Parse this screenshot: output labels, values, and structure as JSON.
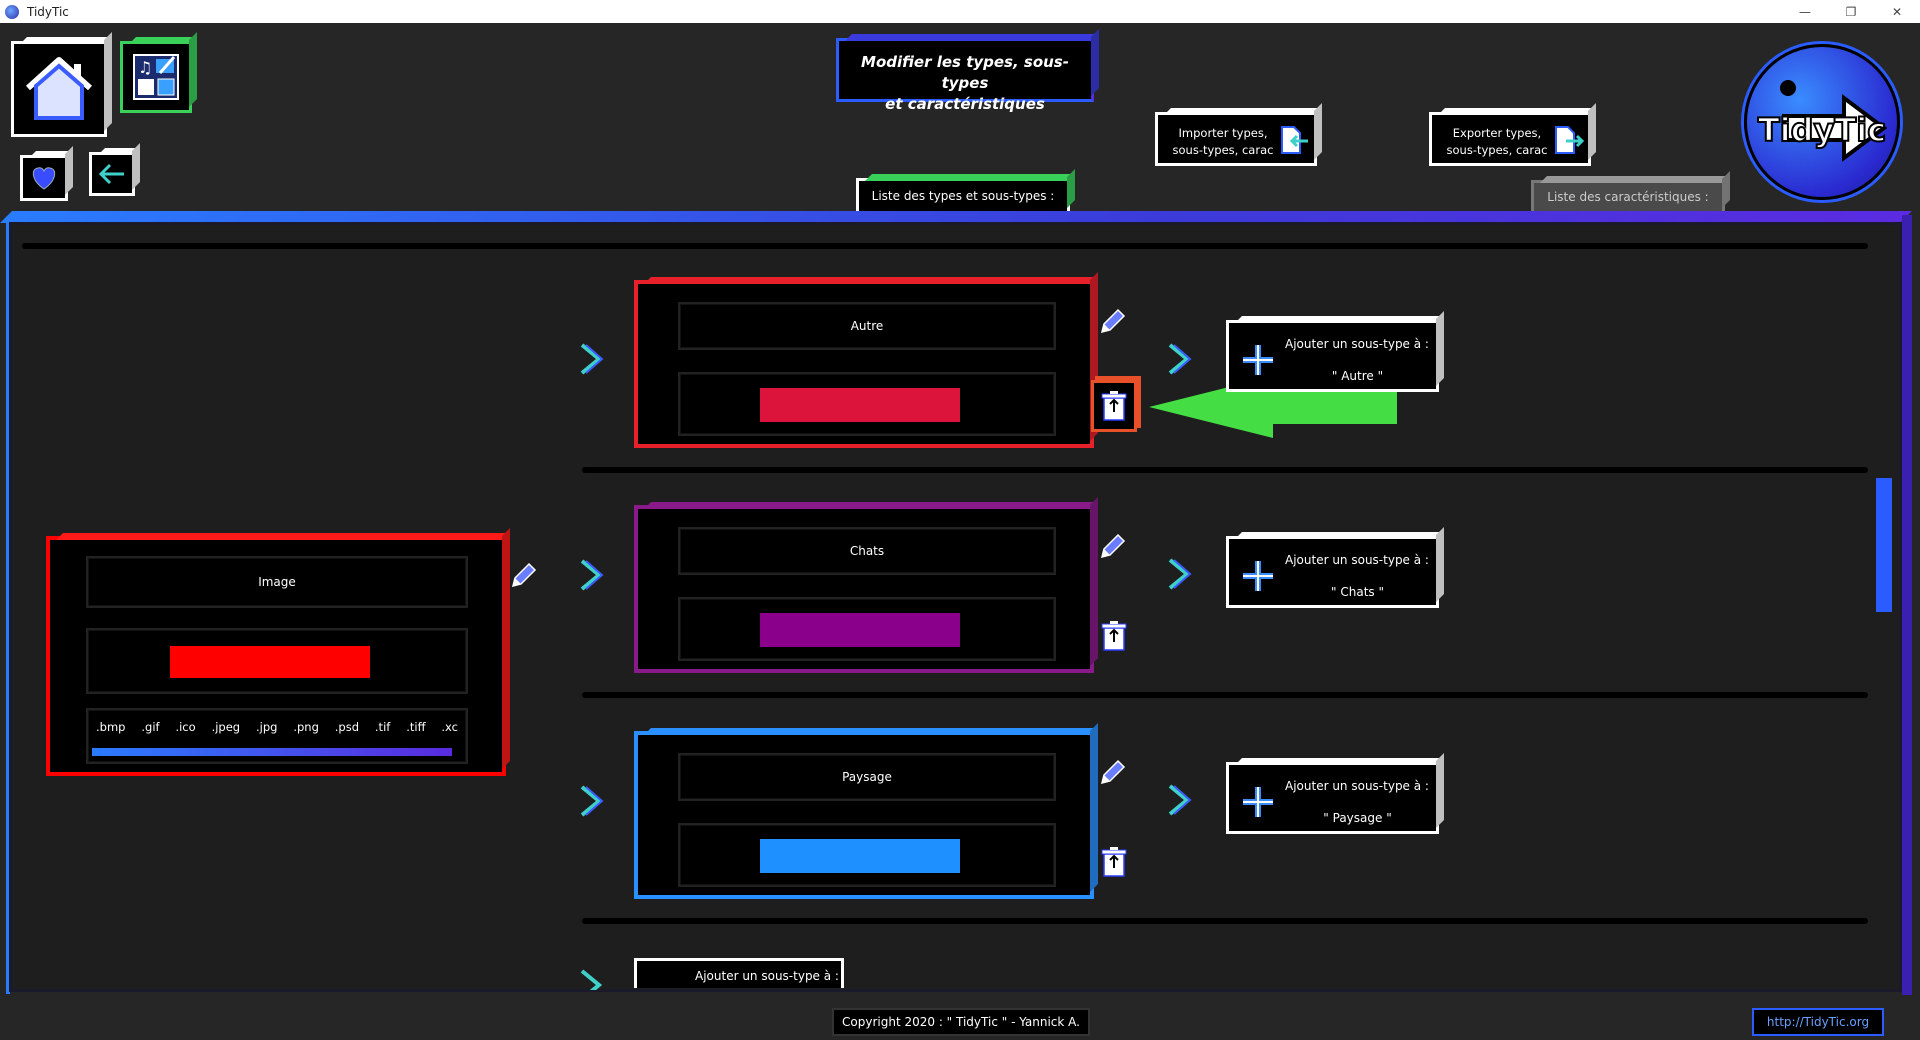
{
  "window": {
    "title": "TidyTic",
    "controls": [
      "—",
      "❐",
      "✕"
    ]
  },
  "header": {
    "title_line1": "Modifier les types, sous-types",
    "title_line2": "et caractéristiques",
    "import_line1": "Importer types,",
    "import_line2": "sous-types, carac",
    "export_line1": "Exporter types,",
    "export_line2": "sous-types, carac",
    "tab_types": "Liste des types et sous-types :",
    "tab_carac": "Liste des caractéristiques :",
    "logo_text": "TidyTic"
  },
  "type": {
    "name": "Image",
    "color": "#ff0000",
    "extensions": [
      ".bmp",
      ".gif",
      ".ico",
      ".jpeg",
      ".jpg",
      ".png",
      ".psd",
      ".tif",
      ".tiff",
      ".xc"
    ]
  },
  "subtypes": [
    {
      "name": "Autre",
      "color": "#dc143c",
      "edge": "#e8202a",
      "add_line1": "Ajouter un sous-type à :",
      "add_line2": "\" Autre \""
    },
    {
      "name": "Chats",
      "color": "#8b008b",
      "edge": "#8a1a8a",
      "add_line1": "Ajouter un sous-type à :",
      "add_line2": "\" Chats \""
    },
    {
      "name": "Paysage",
      "color": "#1e90ff",
      "edge": "#2a90ff",
      "add_line1": "Ajouter un sous-type à :",
      "add_line2": "\" Paysage \""
    }
  ],
  "add_type_label": "Ajouter un sous-type à :",
  "footer": {
    "copyright": "Copyright 2020 : \" TidyTic \" - Yannick A.",
    "url": "http://TidyTic.org"
  }
}
